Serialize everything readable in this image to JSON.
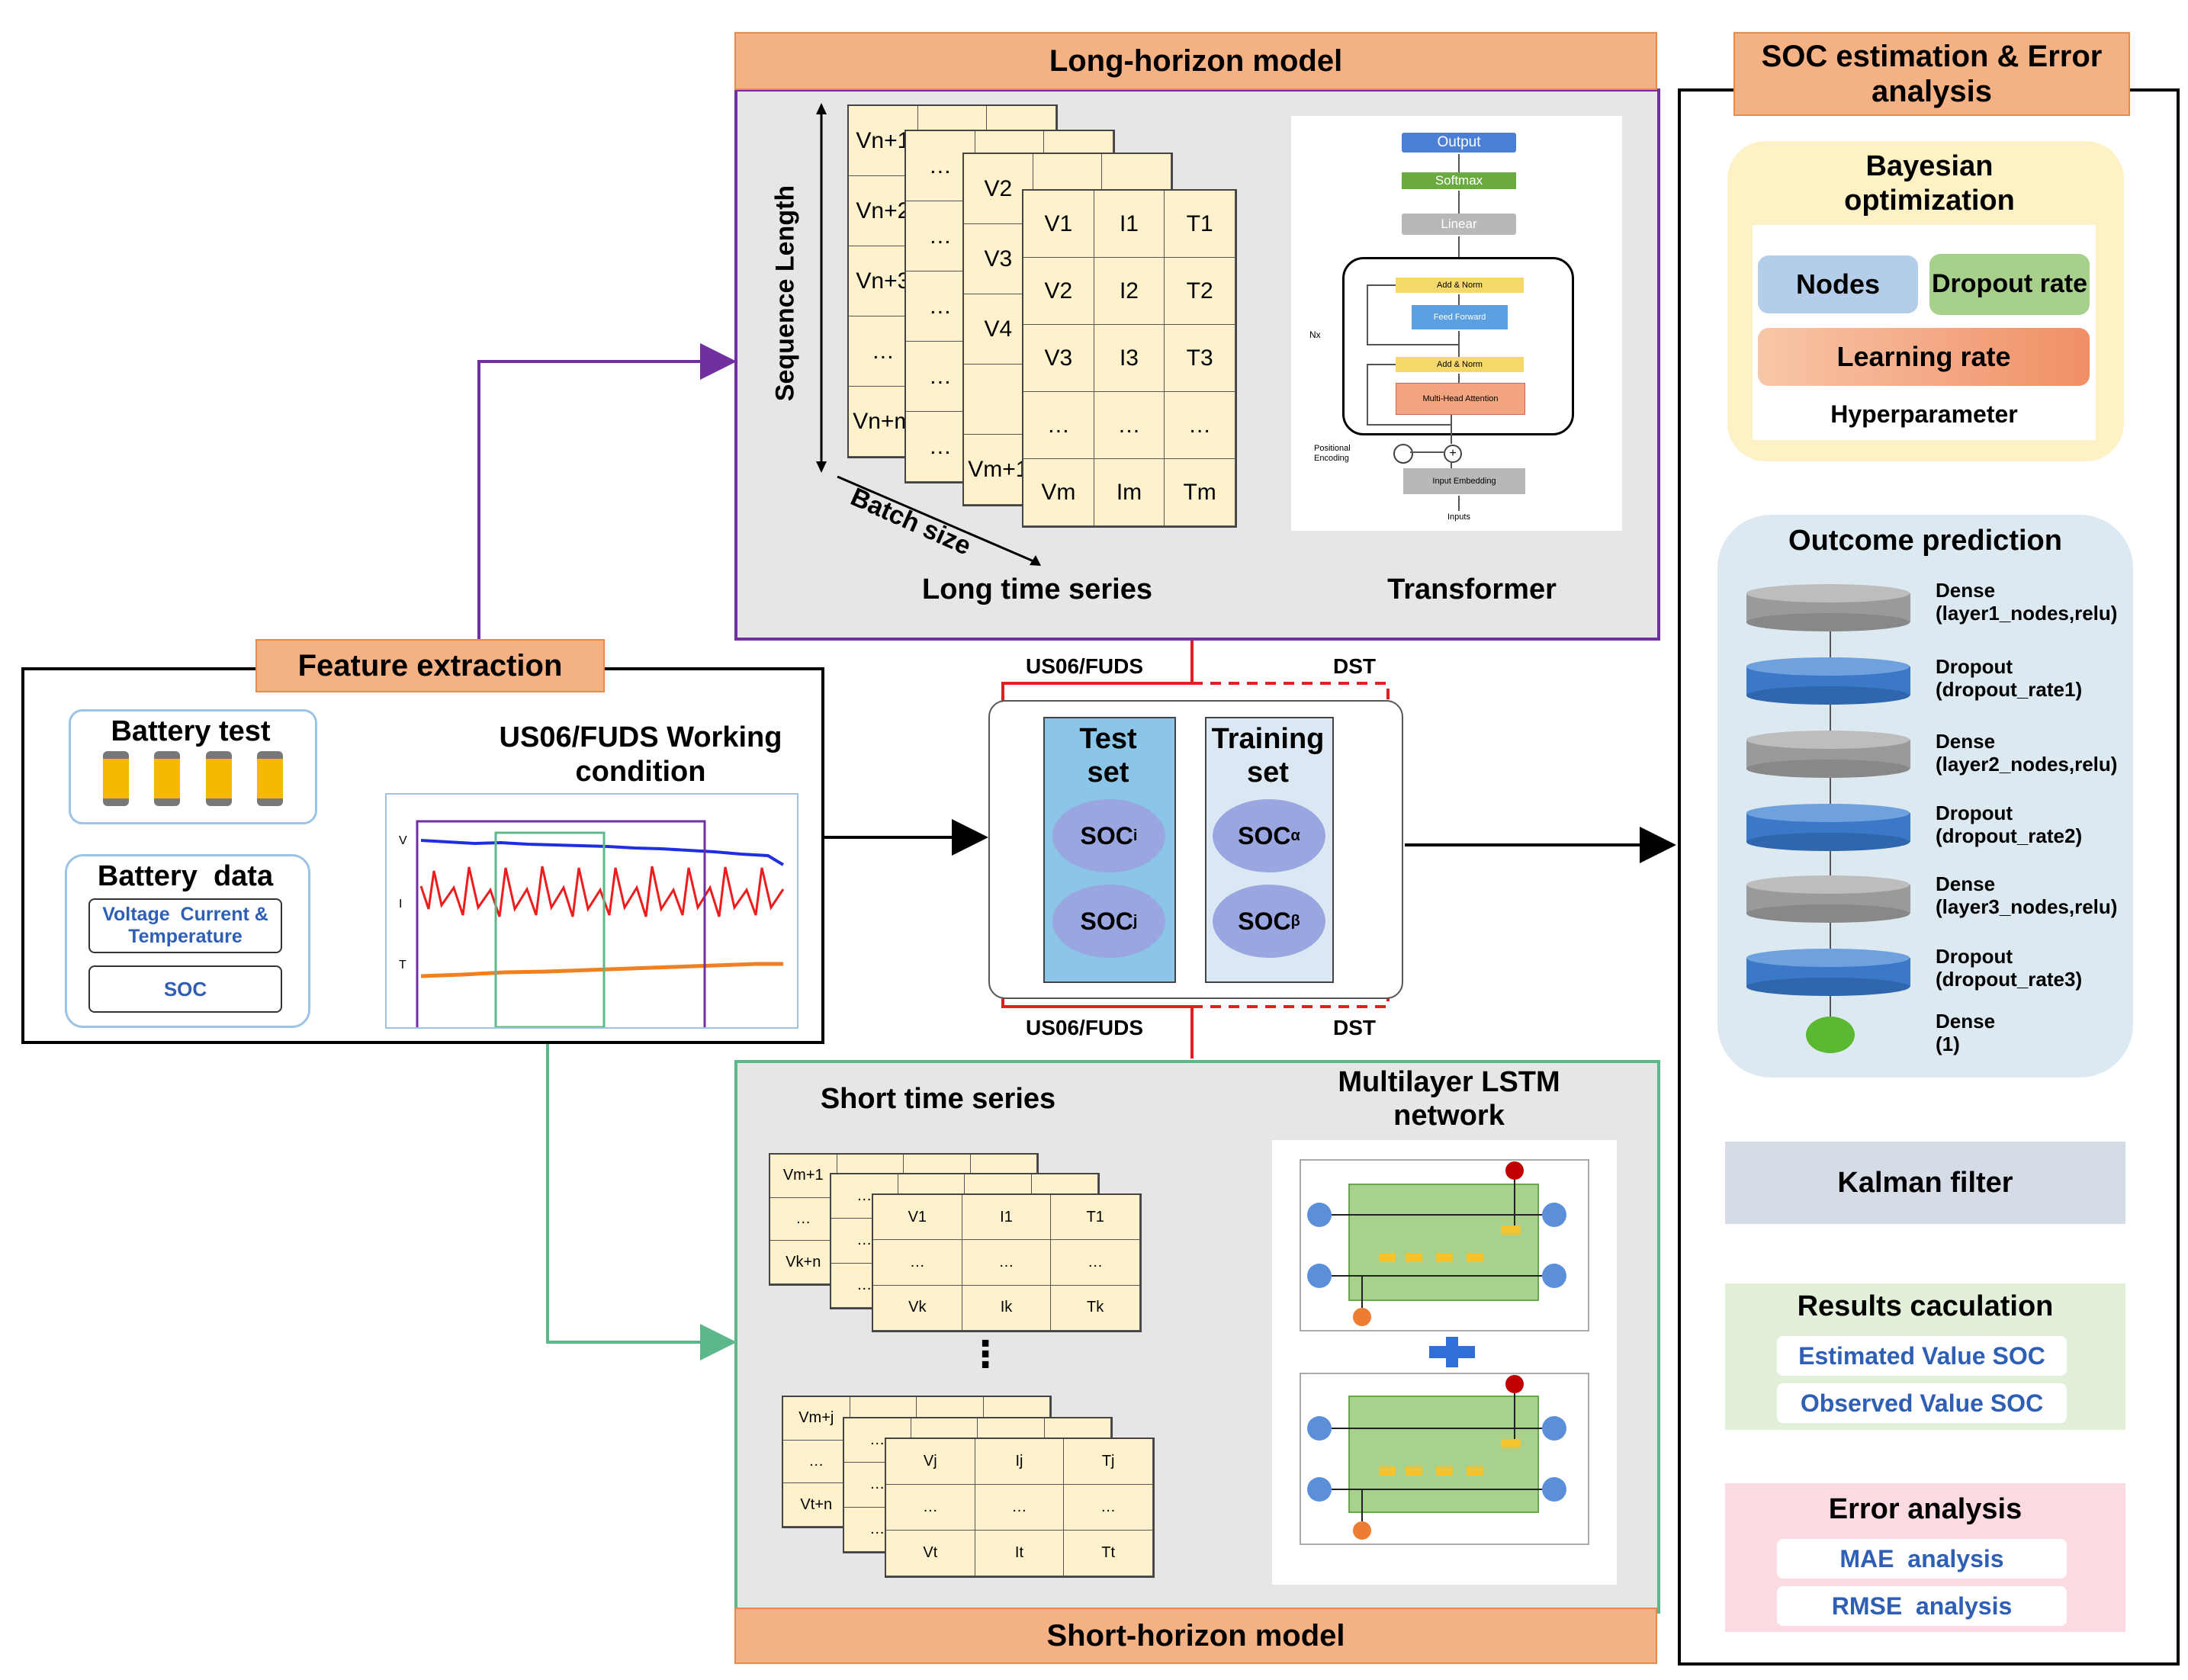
{
  "long_model": {
    "title": "Long-horizon model",
    "sequence_length": "Sequence Length",
    "batch_size": "Batch size",
    "series_caption": "Long time series",
    "transformer_caption": "Transformer",
    "layer4": {
      "c1": [
        "V1",
        "V2",
        "V3",
        "…",
        "Vm"
      ],
      "c2": [
        "I1",
        "I2",
        "I3",
        "…",
        "Im"
      ],
      "c3": [
        "T1",
        "T2",
        "T3",
        "…",
        "Tm"
      ]
    },
    "layer3": [
      "V2",
      "V3",
      "V4",
      "",
      "Vm+1"
    ],
    "layer2": [
      "…",
      "…",
      "…",
      "…",
      "…"
    ],
    "layer1": [
      "Vn+1",
      "Vn+2",
      "Vn+3",
      "…",
      "Vn+m"
    ],
    "transformer": {
      "output": "Output",
      "softmax": "Softmax",
      "linear": "Linear",
      "add_norm_top": "Add & Norm",
      "feed_forward": "Feed Forward",
      "add_norm_bottom": "Add & Norm",
      "mha": "Multi-Head Attention",
      "nx": "Nx",
      "pos_enc": "Positional Encoding",
      "input_embedding": "Input Embedding",
      "inputs": "Inputs"
    }
  },
  "feature": {
    "title": "Feature extraction",
    "battery_test": "Battery test",
    "battery_data": "Battery  data",
    "vct": "Voltage  Current & Temperature",
    "soc": "SOC",
    "working_condition": "US06/FUDS Working condition",
    "axis_v": "V",
    "axis_i": "I",
    "axis_t": "T"
  },
  "sets": {
    "test_set": "Test set",
    "training_set": "Training set",
    "soc_i": "SOC",
    "soc_i_sub": "i",
    "soc_j": "SOC",
    "soc_j_sub": "j",
    "soc_a": "SOC",
    "soc_a_sub": "α",
    "soc_b": "SOC",
    "soc_b_sub": "β",
    "us06_top": "US06/FUDS",
    "dst_top": "DST",
    "us06_bottom": "US06/FUDS",
    "dst_bottom": "DST"
  },
  "short_model": {
    "title": "Short-horizon model",
    "series_caption": "Short time series",
    "lstm_caption": "Multilayer LSTM network",
    "g1_front": {
      "c1": [
        "V1",
        "…",
        "Vk"
      ],
      "c2": [
        "I1",
        "…",
        "Ik"
      ],
      "c3": [
        "T1",
        "…",
        "Tk"
      ]
    },
    "g1_back": [
      "Vm+1",
      "…",
      "Vk+n"
    ],
    "g2_front": {
      "c1": [
        "Vj",
        "…",
        "Vt"
      ],
      "c2": [
        "Ij",
        "…",
        "It"
      ],
      "c3": [
        "Tj",
        "…",
        "Tt"
      ]
    },
    "g2_back": [
      "Vm+j",
      "…",
      "Vt+n"
    ],
    "dots": "⋮"
  },
  "soc_panel": {
    "title": "SOC estimation & Error analysis",
    "bayes_title": "Bayesian optimization",
    "nodes": "Nodes",
    "dropout_rate": "Dropout rate",
    "learning_rate": "Learning rate",
    "hyperparameter": "Hyperparameter",
    "outcome_title": "Outcome prediction",
    "layers": [
      {
        "name": "Dense",
        "detail": "(layer1_nodes,relu)"
      },
      {
        "name": "Dropout",
        "detail": "(dropout_rate1)"
      },
      {
        "name": "Dense",
        "detail": "(layer2_nodes,relu)"
      },
      {
        "name": "Dropout",
        "detail": "(dropout_rate2)"
      },
      {
        "name": "Dense",
        "detail": "(layer3_nodes,relu)"
      },
      {
        "name": "Dropout",
        "detail": "(dropout_rate3)"
      },
      {
        "name": "Dense",
        "detail": "(1)"
      }
    ],
    "kalman": "Kalman filter",
    "results_title": "Results caculation",
    "estimated": "Estimated Value SOC",
    "observed": "Observed Value SOC",
    "error_title": "Error analysis",
    "mae": "MAE  analysis",
    "rmse": "RMSE  analysis"
  },
  "colors": {
    "purple": "#7030a0",
    "green": "#5cb88a",
    "red": "#e02020",
    "orange": "#f4b183",
    "blue_text": "#2f5fb5"
  }
}
